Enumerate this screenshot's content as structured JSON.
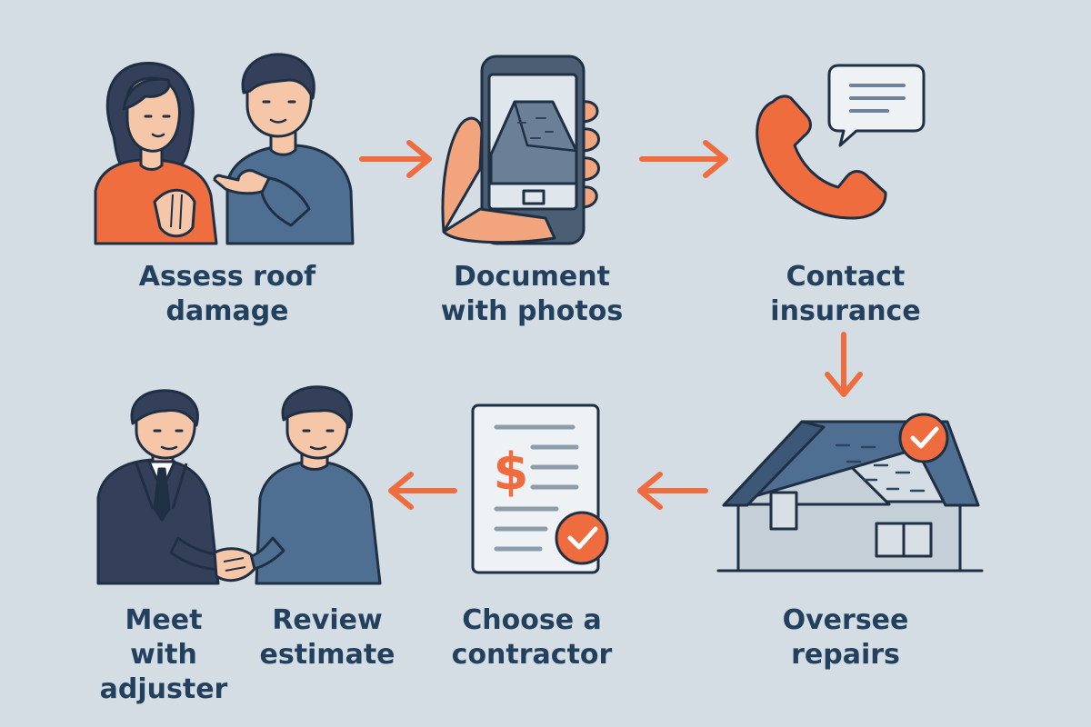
{
  "steps": [
    {
      "id": "assess",
      "line1": "Assess roof",
      "line2": "damage"
    },
    {
      "id": "document",
      "line1": "Document",
      "line2": "with photos"
    },
    {
      "id": "contact",
      "line1": "Contact",
      "line2": "insurance"
    },
    {
      "id": "oversee",
      "line1": "Oversee",
      "line2": "repairs"
    },
    {
      "id": "contractor",
      "line1": "Choose a",
      "line2": "contractor"
    },
    {
      "id": "review",
      "line1": "Review",
      "line2": "estimate"
    },
    {
      "id": "adjuster",
      "line1": "Meet",
      "line2": "with",
      "line3": "adjuster"
    }
  ],
  "estimate_symbol": "$",
  "colors": {
    "background": "#d3dde3",
    "accent": "#ef6c3e",
    "navy": "#23415e",
    "blue": "#4f6f92",
    "ink": "#1f2f44"
  }
}
